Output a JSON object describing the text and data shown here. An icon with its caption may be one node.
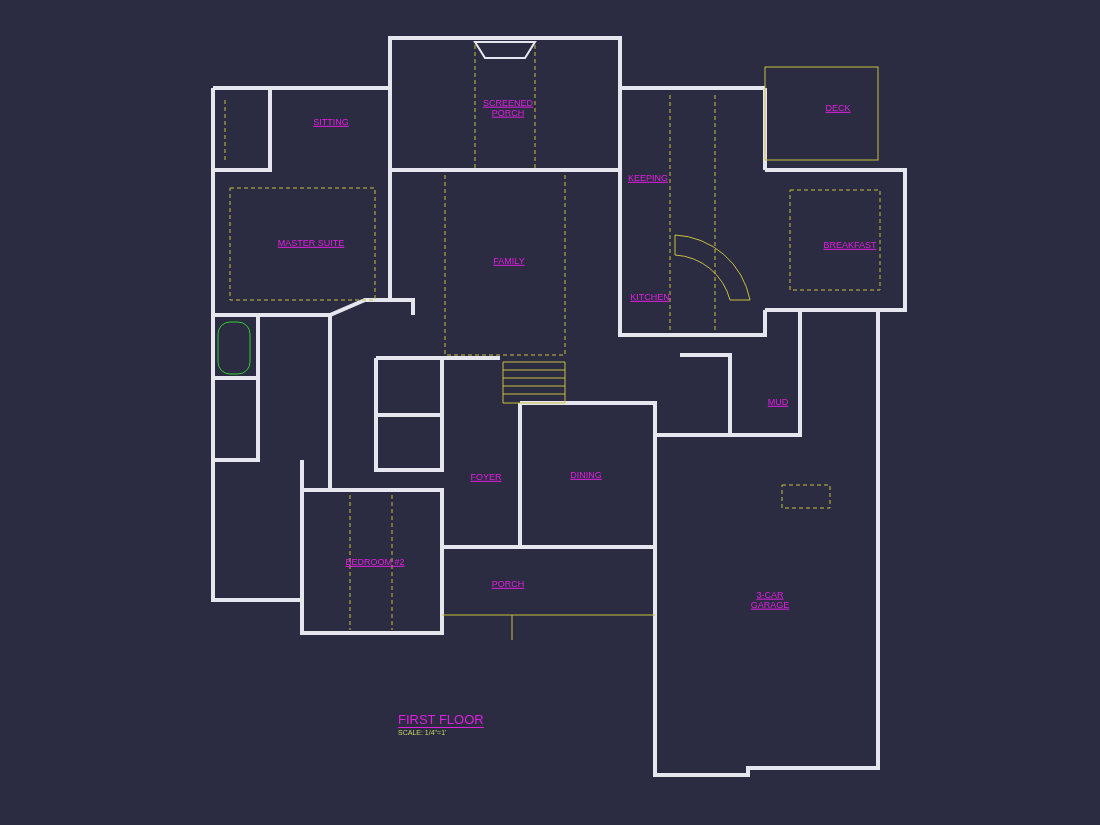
{
  "diagram": {
    "title": "FIRST FLOOR",
    "labels": [
      "SCREENED PORCH",
      "SITTING",
      "DECK",
      "KEEPING",
      "MASTER SUITE",
      "FAMILY",
      "BREAKFAST",
      "KITCHEN",
      "MUD",
      "FOYER",
      "DINING",
      "BEDROOM #2",
      "PORCH",
      "3-CAR GARAGE",
      "SCALE: 1/4\"=1'"
    ]
  }
}
